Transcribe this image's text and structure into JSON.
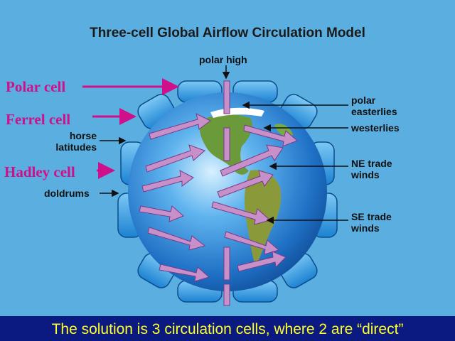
{
  "title": "Three-cell Global Airflow Circulation Model",
  "labels": {
    "polar_high": "polar high",
    "polar_easterlies_1": "polar",
    "polar_easterlies_2": "easterlies",
    "westerlies": "westerlies",
    "ne_trade_1": "NE trade",
    "ne_trade_2": "winds",
    "se_trade_1": "SE trade",
    "se_trade_2": "winds",
    "horse_1": "horse",
    "horse_2": "latitudes",
    "doldrums": "doldrums"
  },
  "cells": {
    "polar": "Polar cell",
    "ferrel": "Ferrel cell",
    "hadley": "Hadley cell"
  },
  "caption": "The solution is 3 circulation cells, where 2 are “direct”",
  "colors": {
    "background": "#5aaee0",
    "cell_label": "#d0108a",
    "arrow_pink": "#d0108a",
    "wind_arrow": "#c890c8",
    "cell_band": "#3aa0e0",
    "caption_bg": "#0a1a80",
    "caption_text": "#ffff2a"
  }
}
